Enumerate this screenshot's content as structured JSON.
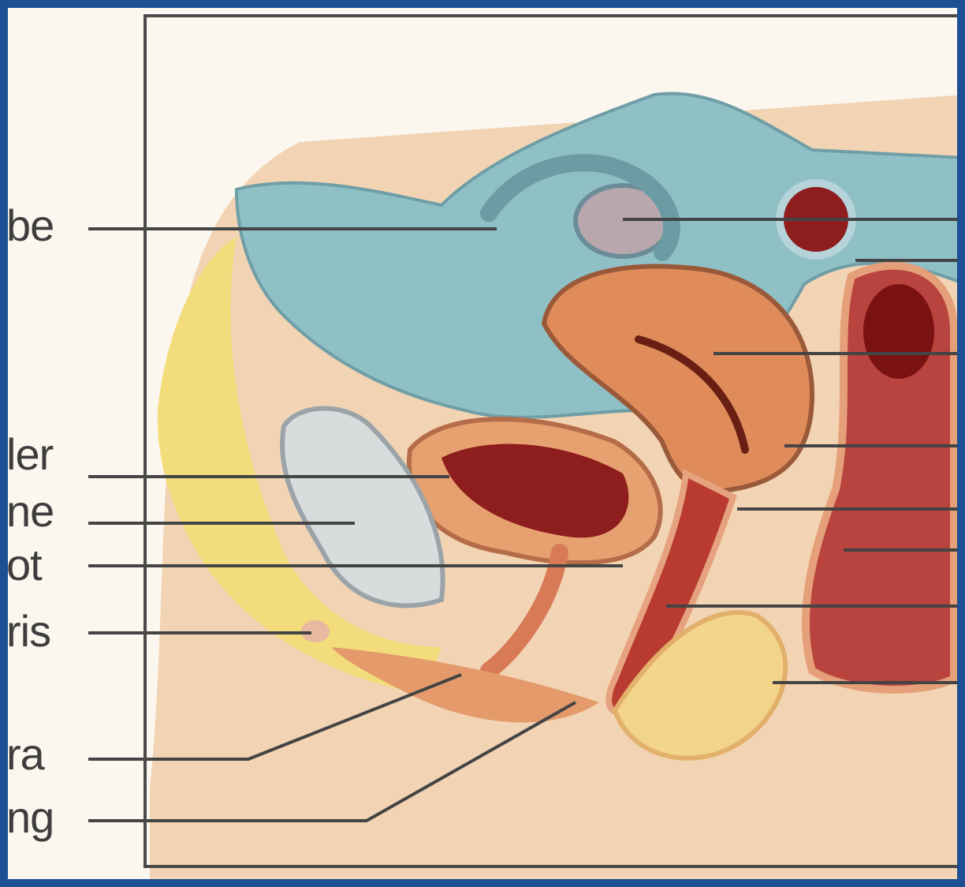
{
  "labels_left": [
    {
      "id": "tube",
      "text": "be"
    },
    {
      "id": "bladder",
      "text": "ler"
    },
    {
      "id": "pubic-bone",
      "text": "ne"
    },
    {
      "id": "urethra-root",
      "text": "ot"
    },
    {
      "id": "clitoris",
      "text": "ris"
    },
    {
      "id": "urethral-opening",
      "text": "ra"
    },
    {
      "id": "vaginal-opening",
      "text": "ng"
    }
  ],
  "colors": {
    "border": "#1c4f93",
    "frame": "#4a4a4a",
    "peritoneum": "#7fb2bb",
    "uterus": "#e08b5a",
    "bladder_inner": "#8e1d1d",
    "fat": "#f3dc7c",
    "skin": "#f2c9a1"
  }
}
